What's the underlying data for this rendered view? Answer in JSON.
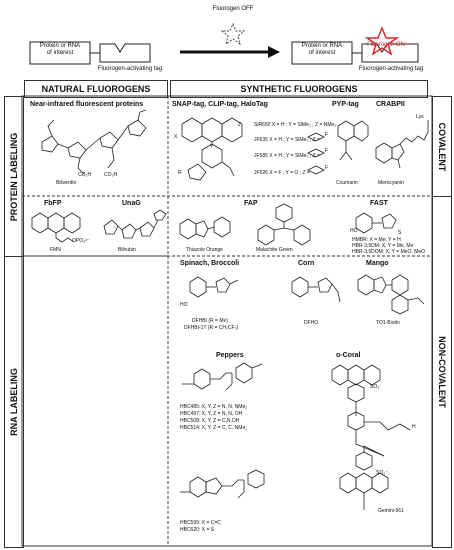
{
  "top": {
    "off_label": "Fluorogen OFF",
    "on_label": "Fluorogen ON",
    "protein_rna_left": "Protein or RNA\nof interest",
    "protein_rna_right": "Protein or RNA\nof interest",
    "tag_left": "Fluorogen-activating tag",
    "tag_right": "Fluorogen-activating tag",
    "on_color": "#e02020"
  },
  "headers": {
    "natural": "NATURAL FLUOROGENS",
    "synthetic": "SYNTHETIC FLUOROGENS"
  },
  "left_labels": {
    "protein": "PROTEIN LABELING",
    "rna": "RNA LABELING"
  },
  "right_labels": {
    "covalent": "COVALENT",
    "noncovalent": "NON-COVALENT"
  },
  "sections": {
    "nirfp": "Near-infrared fluorescent proteins",
    "snap": "SNAP-tag, CLIP-tag, HaloTag",
    "pyp": "PYP-tag",
    "crabp": "CRABPII",
    "fbfp": "FbFP",
    "unag": "UnaG",
    "fap": "FAP",
    "fast": "FAST",
    "spinach": "Spinach, Broccoli",
    "corn": "Corn",
    "mango": "Mango",
    "peppers": "Peppers",
    "ocoral": "o-Coral"
  },
  "molecules": {
    "biliverdin": "Biliverdin",
    "coumarin": "Coumarin",
    "merocyanin": "Merocyanin",
    "fmn": "FMN",
    "bilirubin": "Bilirubin",
    "thiazole": "Thiazole Orange",
    "malachite": "Malachite Green",
    "dfho": "DFHO",
    "to1": "TO1-Biotin",
    "gemini": "Gemini-561"
  },
  "snap_variants": [
    "SiR650  X = H ; Y = SiMe₂ ; Z = NMe₂",
    "JF635  X = H ; Y = SiMe₂ ; Z =",
    "JF585  X = H ; Y = SiMe₂ ; Z =",
    "JF526  X = F ; Y = O ; Z ="
  ],
  "fast_variants": [
    "HMBR: X = Me; Y = H",
    "HBR-3,5DM: X, Y = Me, Me",
    "HBR-3,5DOM: X, Y = MeO, MeO"
  ],
  "spinach_variants": [
    "DFHBI (R = Me)",
    "DFHBI-1T (R = CH₂CF₃)"
  ],
  "pepper_variants": [
    "HBC485: X, Y, Z = N, N, NMe₂",
    "HBC497: X, Y, Z = N, N, OH",
    "HBC508: X, Y, Z = C,N,OH",
    "HBC514: X, Y, Z = C, C, NMe₂"
  ],
  "pepper_variants2": [
    "HBC599: X = C=C",
    "HBC620: X = S"
  ],
  "atoms": {
    "lys": "Lys",
    "phos": "OPO₃²⁻",
    "co2h": "CO₂H",
    "s": "S",
    "n": "N",
    "o": "O",
    "h": "H",
    "x": "X",
    "y": "Y",
    "z": "Z",
    "r": "R",
    "f": "F",
    "oh": "OH",
    "ho": "HO",
    "so3": "SO₃⁻"
  }
}
